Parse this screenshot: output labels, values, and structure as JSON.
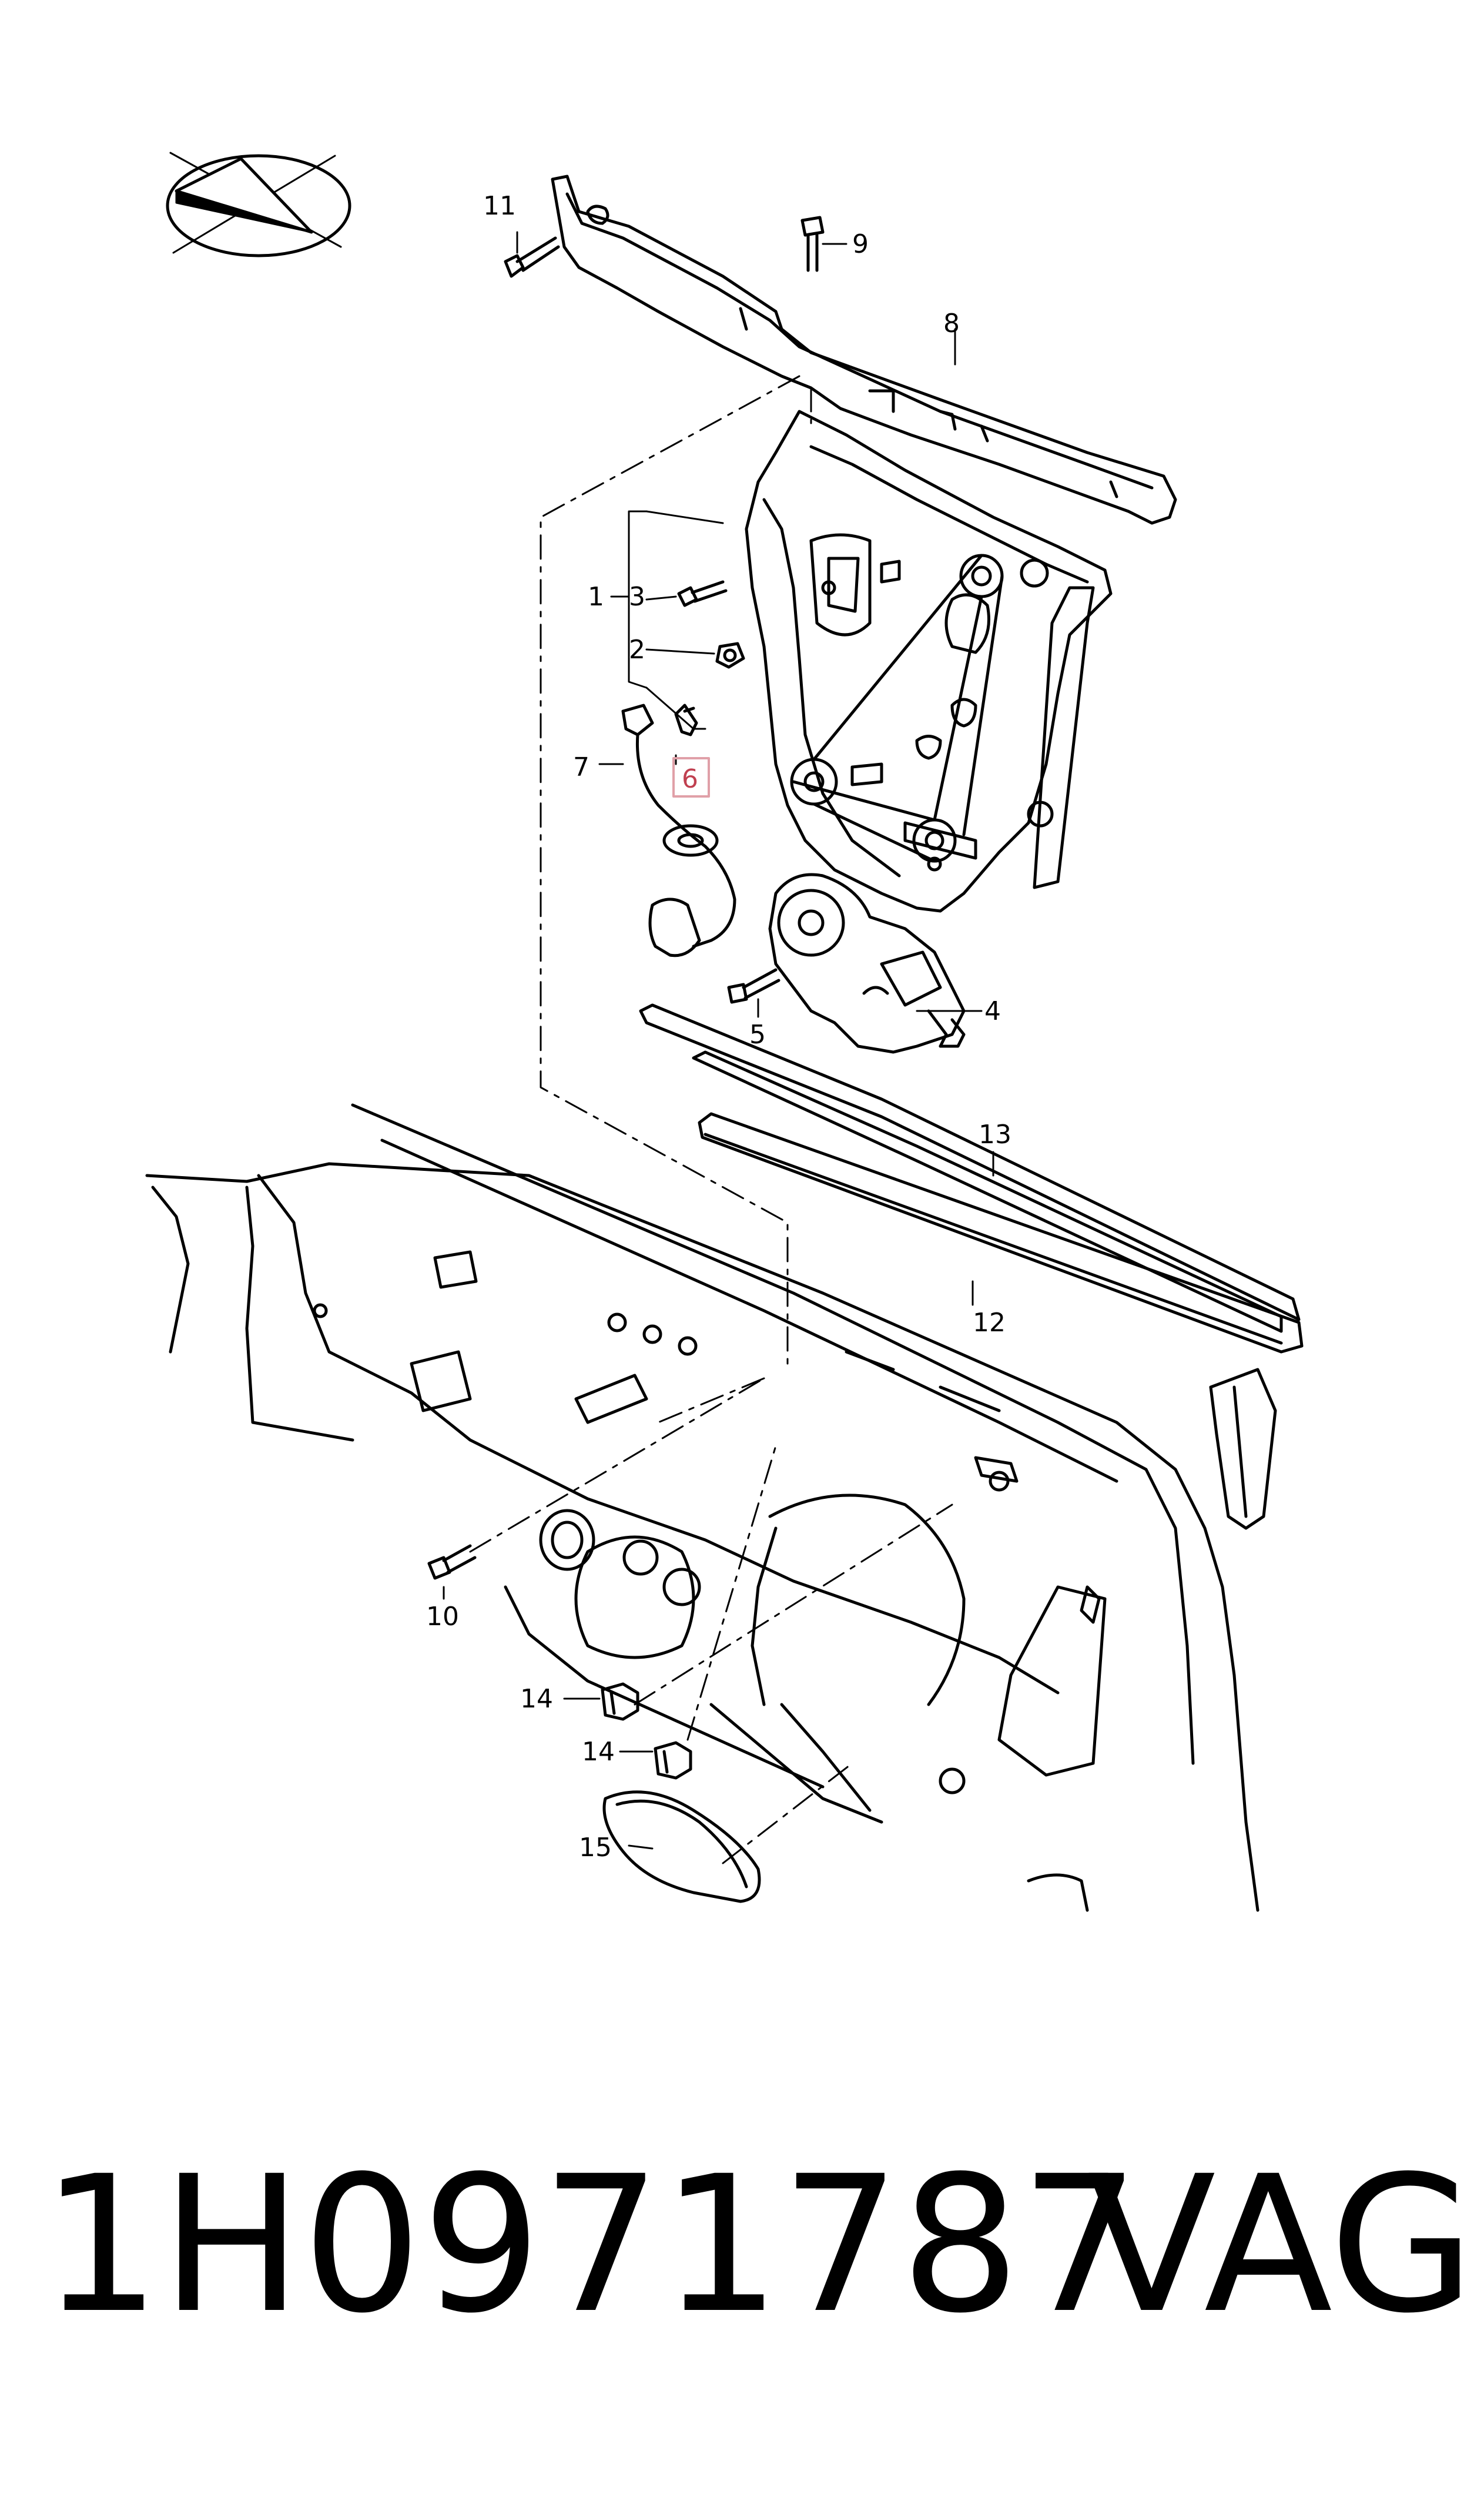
{
  "callouts": [
    {
      "id": "c1",
      "label": "1",
      "highlighted": false
    },
    {
      "id": "c2",
      "label": "2",
      "highlighted": false
    },
    {
      "id": "c3",
      "label": "3",
      "highlighted": false
    },
    {
      "id": "c4",
      "label": "4",
      "highlighted": false
    },
    {
      "id": "c5",
      "label": "5",
      "highlighted": false
    },
    {
      "id": "c6",
      "label": "6",
      "highlighted": true
    },
    {
      "id": "c7",
      "label": "7",
      "highlighted": false
    },
    {
      "id": "c8",
      "label": "8",
      "highlighted": false
    },
    {
      "id": "c9",
      "label": "9",
      "highlighted": false
    },
    {
      "id": "c10",
      "label": "10",
      "highlighted": false
    },
    {
      "id": "c11",
      "label": "11",
      "highlighted": false
    },
    {
      "id": "c12",
      "label": "12",
      "highlighted": false
    },
    {
      "id": "c13",
      "label": "13",
      "highlighted": false
    },
    {
      "id": "c14a",
      "label": "14",
      "highlighted": false
    },
    {
      "id": "c14b",
      "label": "14",
      "highlighted": false
    },
    {
      "id": "c15",
      "label": "15",
      "highlighted": false
    }
  ],
  "footer": {
    "part_number": "1H0971787",
    "brand": "VAG"
  },
  "colors": {
    "line": "#000000",
    "highlight": "#e0a0a8",
    "highlight_text": "#c04050"
  }
}
